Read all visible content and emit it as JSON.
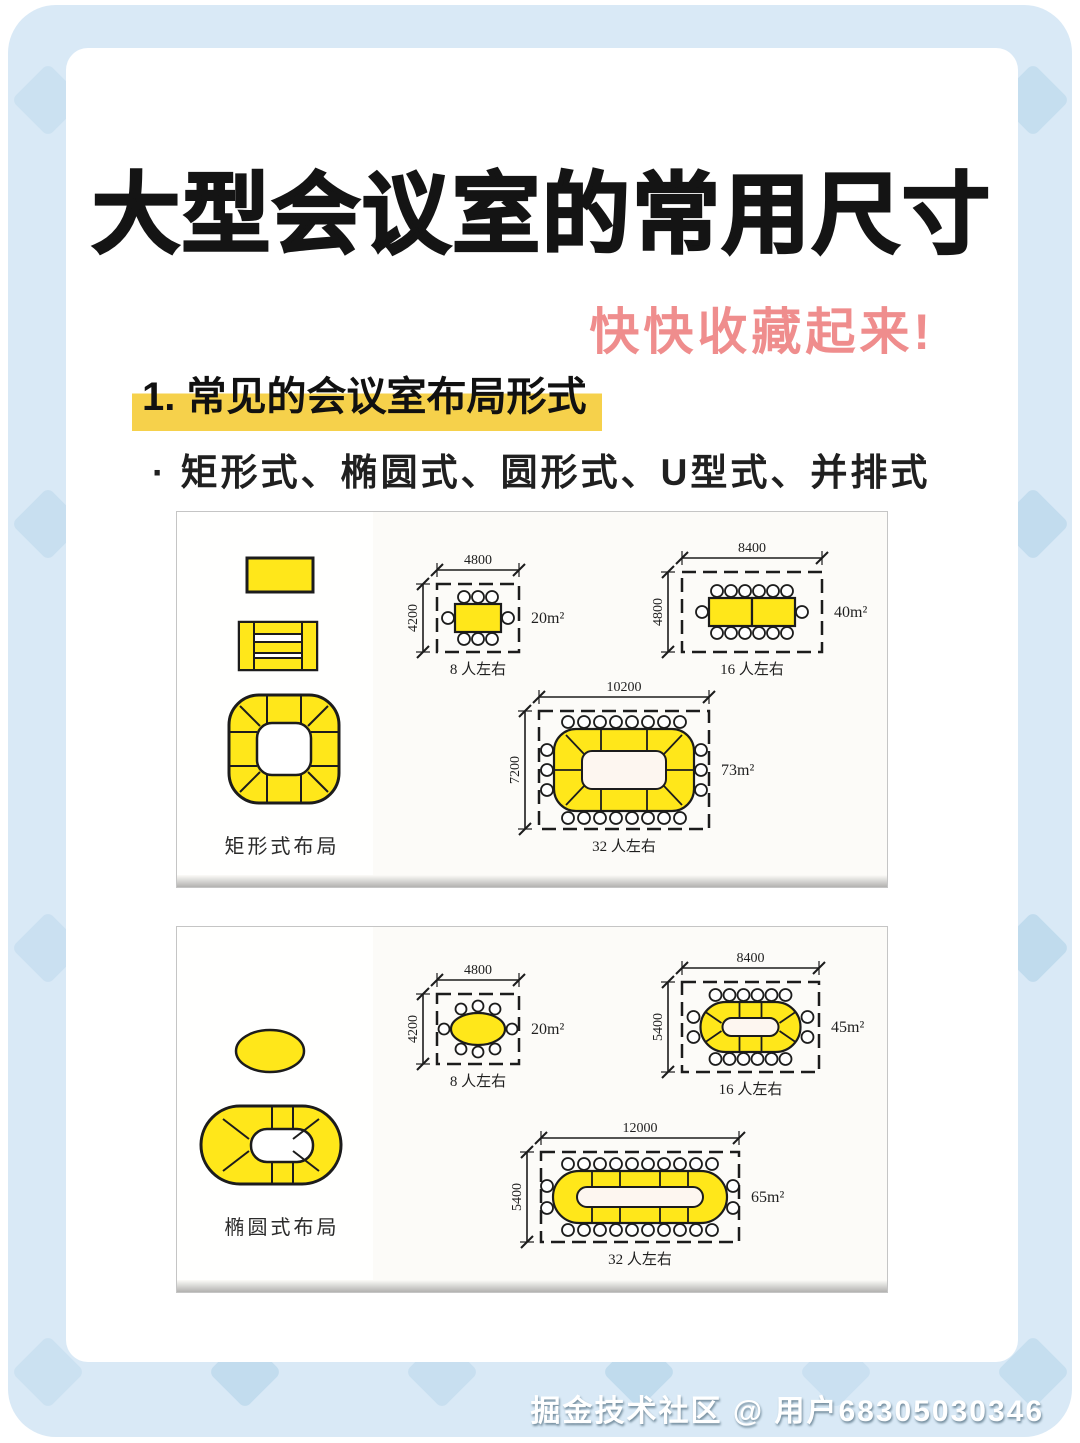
{
  "page": {
    "title": "大型会议室的常用尺寸",
    "subtitle": "快快收藏起来!",
    "section_heading": "1. 常见的会议室布局形式",
    "bullet_line": "· 矩形式、椭圆式、圆形式、U型式、并排式",
    "footer": "掘金技术社区 @ 用户68305030346"
  },
  "colors": {
    "background_blue": "#d9e9f6",
    "diamond_blue": "#bdd9ec",
    "card_white": "#ffffff",
    "table_yellow": "#ffe71a",
    "highlight_yellow": "#f6d14b",
    "subtitle_pink": "#ef8d8d",
    "ink": "#1c1c1c"
  },
  "panels": [
    {
      "legend_label": "矩形式布局",
      "rooms": [
        {
          "shape": "rect-table",
          "width_mm": "4800",
          "height_mm": "4200",
          "area": "20m²",
          "capacity": "8 人左右"
        },
        {
          "shape": "double-rect-table",
          "width_mm": "8400",
          "height_mm": "4800",
          "area": "40m²",
          "capacity": "16 人左右"
        },
        {
          "shape": "rect-ring-table",
          "width_mm": "10200",
          "height_mm": "7200",
          "area": "73m²",
          "capacity": "32 人左右"
        }
      ]
    },
    {
      "legend_label": "椭圆式布局",
      "rooms": [
        {
          "shape": "ellipse-table",
          "width_mm": "4800",
          "height_mm": "4200",
          "area": "20m²",
          "capacity": "8 人左右"
        },
        {
          "shape": "oval-ring-table",
          "width_mm": "8400",
          "height_mm": "5400",
          "area": "45m²",
          "capacity": "16 人左右"
        },
        {
          "shape": "long-oval-ring-table",
          "width_mm": "12000",
          "height_mm": "5400",
          "area": "65m²",
          "capacity": "32 人左右"
        }
      ]
    }
  ]
}
